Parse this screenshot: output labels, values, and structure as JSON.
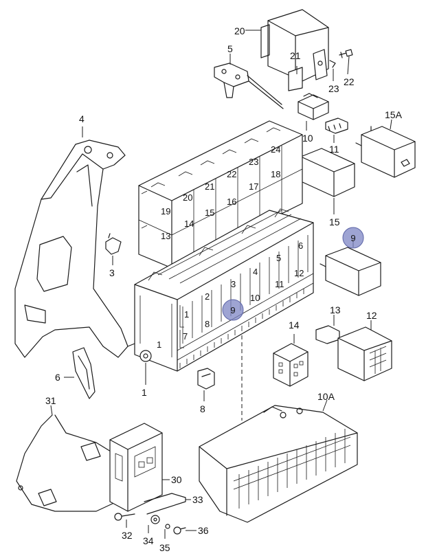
{
  "callouts": {
    "c1": "1",
    "c3": "3",
    "c4": "4",
    "c5": "5",
    "c6": "6",
    "c8": "8",
    "c10": "10",
    "c10A": "10A",
    "c11": "11",
    "c12": "12",
    "c13": "13",
    "c14": "14",
    "c15": "15",
    "c15A": "15A",
    "c20": "20",
    "c21": "21",
    "c22": "22",
    "c23": "23",
    "c30": "30",
    "c31": "31",
    "c32": "32",
    "c33": "33",
    "c34": "34",
    "c35": "35",
    "c36": "36"
  },
  "relay_slots": {
    "s13": "13",
    "s14": "14",
    "s15": "15",
    "s16": "16",
    "s17": "17",
    "s18": "18",
    "s19": "19",
    "s20": "20",
    "s21": "21",
    "s22": "22",
    "s23": "23",
    "s24": "24"
  },
  "fuse_slots": {
    "f1": "1",
    "f2": "2",
    "f3": "3",
    "f4": "4",
    "f5": "5",
    "f6": "6",
    "f7": "7",
    "f8": "8",
    "f10": "10",
    "f11": "11",
    "f12": "12",
    "fb1": "1"
  },
  "highlights": {
    "h_relay": "9",
    "h_slot": "9"
  }
}
